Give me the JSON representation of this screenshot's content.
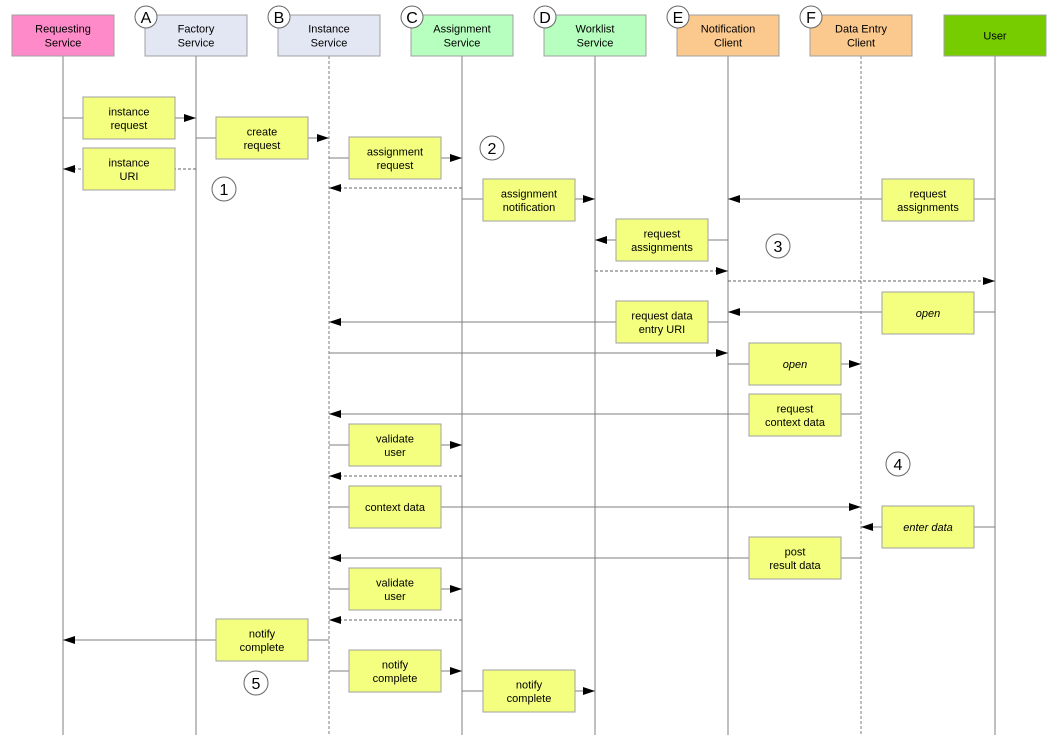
{
  "participants": [
    {
      "key": "requesting",
      "lines": [
        "Requesting",
        "Service"
      ],
      "fill": "#ff8ac9",
      "lifeline": "solid",
      "badge": ""
    },
    {
      "key": "factory",
      "lines": [
        "Factory",
        "Service"
      ],
      "fill": "#e3e6f3",
      "lifeline": "solid",
      "badge": "A"
    },
    {
      "key": "instance",
      "lines": [
        "Instance",
        "Service"
      ],
      "fill": "#e3e6f3",
      "lifeline": "dashed",
      "badge": "B"
    },
    {
      "key": "assignment",
      "lines": [
        "Assignment",
        "Service"
      ],
      "fill": "#b6ffbe",
      "lifeline": "solid",
      "badge": "C"
    },
    {
      "key": "worklist",
      "lines": [
        "Worklist",
        "Service"
      ],
      "fill": "#b6ffbe",
      "lifeline": "solid",
      "badge": "D"
    },
    {
      "key": "notification",
      "lines": [
        "Notification",
        "Client"
      ],
      "fill": "#fbc98e",
      "lifeline": "solid",
      "badge": "E"
    },
    {
      "key": "dataentry",
      "lines": [
        "Data Entry",
        "Client"
      ],
      "fill": "#fbc98e",
      "lifeline": "dashed",
      "badge": "F"
    },
    {
      "key": "user",
      "lines": [
        "User"
      ],
      "fill": "#77cc00",
      "lifeline": "solid",
      "badge": ""
    }
  ],
  "message_fill": "#f4ff7f",
  "messages": [
    {
      "from": "requesting",
      "to": "factory",
      "style": "solid",
      "lines": [
        "instance",
        "request"
      ]
    },
    {
      "from": "factory",
      "to": "instance",
      "style": "solid",
      "lines": [
        "create",
        "request"
      ]
    },
    {
      "from": "factory",
      "to": "requesting",
      "style": "dashed",
      "lines": [
        "instance",
        "URI"
      ]
    },
    {
      "from": "instance",
      "to": "assignment",
      "style": "solid",
      "lines": [
        "assignment",
        "request"
      ]
    },
    {
      "from": "assignment",
      "to": "instance",
      "style": "dashed",
      "lines": []
    },
    {
      "from": "assignment",
      "to": "worklist",
      "style": "solid",
      "lines": [
        "assignment",
        "notification"
      ]
    },
    {
      "from": "user",
      "to": "notification",
      "style": "solid",
      "lines": [
        "request",
        "assignments"
      ]
    },
    {
      "from": "notification",
      "to": "worklist",
      "style": "solid",
      "lines": [
        "request",
        "assignments"
      ]
    },
    {
      "from": "worklist",
      "to": "notification",
      "style": "dashed",
      "lines": []
    },
    {
      "from": "notification",
      "to": "user",
      "style": "dashed",
      "lines": []
    },
    {
      "from": "user",
      "to": "notification",
      "style": "solid",
      "lines": [
        "open"
      ],
      "italic": true
    },
    {
      "from": "notification",
      "to": "instance",
      "style": "solid",
      "lines": [
        "request data",
        "entry URI"
      ]
    },
    {
      "from": "instance",
      "to": "notification",
      "style": "solid",
      "lines": []
    },
    {
      "from": "notification",
      "to": "dataentry",
      "style": "solid",
      "lines": [
        "open"
      ],
      "italic": true
    },
    {
      "from": "dataentry",
      "to": "instance",
      "style": "solid",
      "lines": [
        "request",
        "context data"
      ]
    },
    {
      "from": "instance",
      "to": "assignment",
      "style": "solid",
      "lines": [
        "validate",
        "user"
      ]
    },
    {
      "from": "assignment",
      "to": "instance",
      "style": "dashed",
      "lines": []
    },
    {
      "from": "instance",
      "to": "dataentry",
      "style": "solid",
      "lines": [
        "context data"
      ]
    },
    {
      "from": "user",
      "to": "dataentry",
      "style": "solid",
      "lines": [
        "enter data"
      ],
      "italic": true
    },
    {
      "from": "dataentry",
      "to": "instance",
      "style": "solid",
      "lines": [
        "post",
        "result data"
      ]
    },
    {
      "from": "instance",
      "to": "assignment",
      "style": "solid",
      "lines": [
        "validate",
        "user"
      ]
    },
    {
      "from": "assignment",
      "to": "instance",
      "style": "dashed",
      "lines": []
    },
    {
      "from": "instance",
      "to": "requesting",
      "style": "solid",
      "lines": [
        "notify",
        "complete"
      ]
    },
    {
      "from": "instance",
      "to": "assignment",
      "style": "solid",
      "lines": [
        "notify",
        "complete"
      ]
    },
    {
      "from": "assignment",
      "to": "worklist",
      "style": "solid",
      "lines": [
        "notify",
        "complete"
      ]
    }
  ],
  "steps": [
    "1",
    "2",
    "3",
    "4",
    "5"
  ]
}
